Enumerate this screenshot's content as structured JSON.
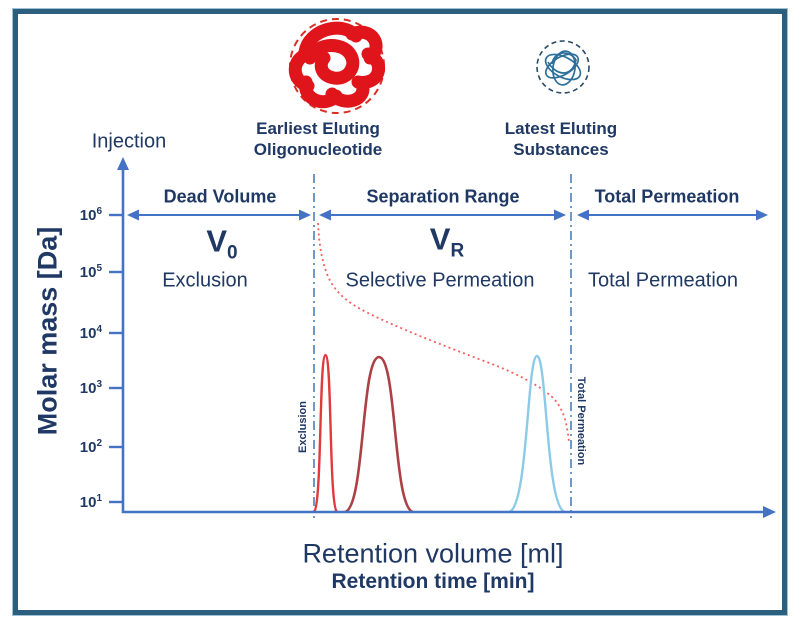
{
  "colors": {
    "navy_text": "#1f3864",
    "axis_blue": "#4472c4",
    "frame_teal": "#2c5e7e",
    "calibration_red": "#f55f5f",
    "excluded_peak_red": "#e03a3c",
    "resolved_peak_dark_red": "#ab4144",
    "late_peak_light_blue": "#8ccbe8",
    "coil_red": "#e0151b",
    "coil_blue": "#2d6f9b"
  },
  "top": {
    "earliest": {
      "icon": "red-polymer-coil-icon",
      "line1": "Earliest Eluting",
      "line2": "Oligonucleotide"
    },
    "latest": {
      "icon": "blue-polymer-coil-icon",
      "line1": "Latest Eluting",
      "line2": "Substances"
    }
  },
  "axes": {
    "injection_label": "Injection",
    "y_label": "Molar mass [Da]",
    "x_label_primary": "Retention volume [ml]",
    "x_label_secondary": "Retention time [min]",
    "y_ticks": [
      {
        "base": "10",
        "exp": "6"
      },
      {
        "base": "10",
        "exp": "5"
      },
      {
        "base": "10",
        "exp": "4"
      },
      {
        "base": "10",
        "exp": "3"
      },
      {
        "base": "10",
        "exp": "2"
      },
      {
        "base": "10",
        "exp": "1"
      }
    ]
  },
  "regions": [
    {
      "header": "Dead Volume",
      "symbol_main": "V",
      "symbol_sub": "0",
      "sublabel": "Exclusion"
    },
    {
      "header": "Separation Range",
      "symbol_main": "V",
      "symbol_sub": "R",
      "sublabel": "Selective Permeation"
    },
    {
      "header": "Total Permeation",
      "sublabel": "Total Permeation"
    }
  ],
  "boundaries": {
    "exclusion_label": "Exclusion",
    "total_permeation_label": "Total Permeation"
  },
  "chart_data": {
    "type": "line",
    "title": "Size-exclusion chromatography elution schematic",
    "x_axis": {
      "label": "Retention volume [ml] / Retention time [min]",
      "tick_labels": [],
      "note": "schematic axis, no numeric ticks"
    },
    "y_axis": {
      "label": "Molar mass [Da]",
      "scale": "log10",
      "tick_values": [
        10,
        100,
        1000,
        10000,
        100000,
        1000000
      ]
    },
    "grid": false,
    "boundaries_x_fraction": {
      "exclusion": 0.29,
      "total_permeation": 0.69
    },
    "series": [
      {
        "name": "SEC calibration curve",
        "style": "dotted",
        "color": "#f55f5f",
        "points_x_fraction_vs_molar_mass_Da": [
          [
            0.3,
            700000
          ],
          [
            0.32,
            80000
          ],
          [
            0.38,
            20000
          ],
          [
            0.49,
            6000
          ],
          [
            0.57,
            2700
          ],
          [
            0.66,
            700
          ],
          [
            0.68,
            200
          ],
          [
            0.69,
            120
          ]
        ]
      },
      {
        "name": "excluded oligonucleotide peak",
        "type": "chromatogram-peak",
        "color": "#e03a3c",
        "apex_x_fraction": 0.31,
        "width": "narrow"
      },
      {
        "name": "selectively permeating peak",
        "type": "chromatogram-peak",
        "color": "#ab4144",
        "apex_x_fraction": 0.39,
        "width": "broad"
      },
      {
        "name": "latest eluting substances peak",
        "type": "chromatogram-peak",
        "color": "#8ccbe8",
        "apex_x_fraction": 0.64,
        "width": "medium"
      }
    ]
  }
}
